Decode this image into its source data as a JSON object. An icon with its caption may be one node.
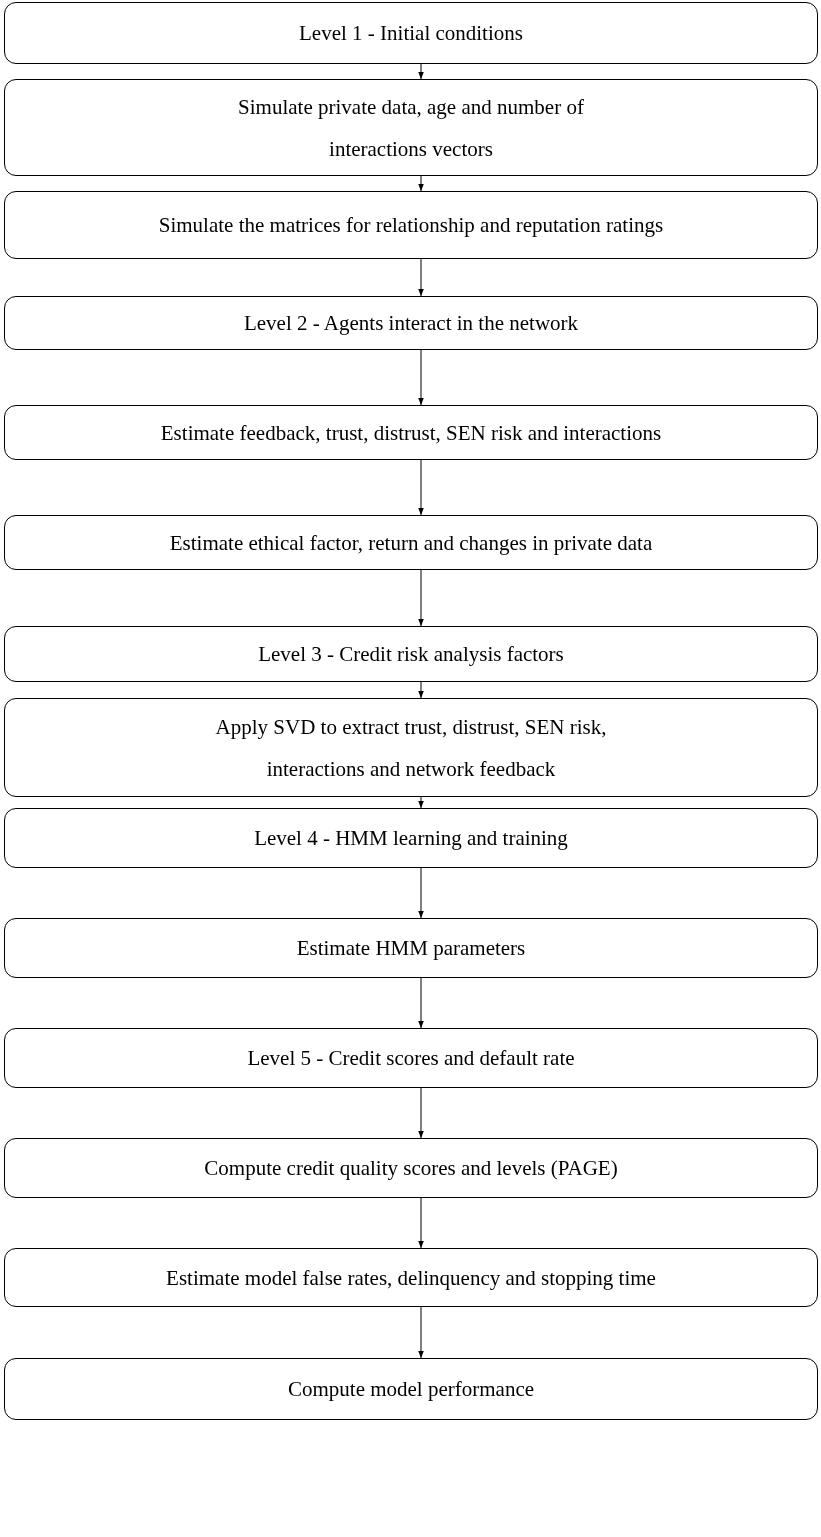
{
  "diagram": {
    "nodes": [
      {
        "text": [
          "Level 1 - Initial conditions"
        ]
      },
      {
        "text": [
          "Simulate private data, age and number of interactions vectors"
        ]
      },
      {
        "text": [
          "Simulate the matrices for relationship and reputation ratings"
        ]
      },
      {
        "text": [
          "Level 2 - Agents interact in the network"
        ]
      },
      {
        "text": [
          "Estimate feedback, trust, distrust, SEN risk and interactions"
        ]
      },
      {
        "text": [
          "Estimate ethical factor, return and changes in private data"
        ]
      },
      {
        "text": [
          "Level 3 - Credit risk analysis factors"
        ]
      },
      {
        "text": [
          "Apply SVD to extract trust, distrust, SEN risk, interactions and network feedback"
        ]
      },
      {
        "text": [
          "Level 4 - HMM learning and training"
        ]
      },
      {
        "text": [
          "Estimate HMM parameters"
        ]
      },
      {
        "text": [
          "Level 5 - Credit scores and default rate"
        ]
      },
      {
        "text": [
          "Compute credit quality scores and levels (PAGE)"
        ]
      },
      {
        "text": [
          "Estimate model false rates, delinquency and stopping time"
        ]
      },
      {
        "text": [
          "Compute model performance"
        ]
      }
    ],
    "edges": [
      {
        "from": 0,
        "to": 1,
        "arrow": "to"
      },
      {
        "from": 1,
        "to": 2,
        "arrow": "to"
      },
      {
        "from": 2,
        "to": 3,
        "arrow": "to"
      },
      {
        "from": 3,
        "to": 4,
        "arrow": "to"
      },
      {
        "from": 4,
        "to": 5,
        "arrow": "to"
      },
      {
        "from": 5,
        "to": 6,
        "arrow": "to"
      },
      {
        "from": 6,
        "to": 7,
        "arrow": "to"
      },
      {
        "from": 7,
        "to": 8,
        "arrow": "to"
      },
      {
        "from": 8,
        "to": 9,
        "arrow": "to"
      },
      {
        "from": 9,
        "to": 10,
        "arrow": "to"
      },
      {
        "from": 10,
        "to": 11,
        "arrow": "to"
      },
      {
        "from": 11,
        "to": 12,
        "arrow": "to"
      },
      {
        "from": 12,
        "to": 13,
        "arrow": "to"
      }
    ]
  }
}
